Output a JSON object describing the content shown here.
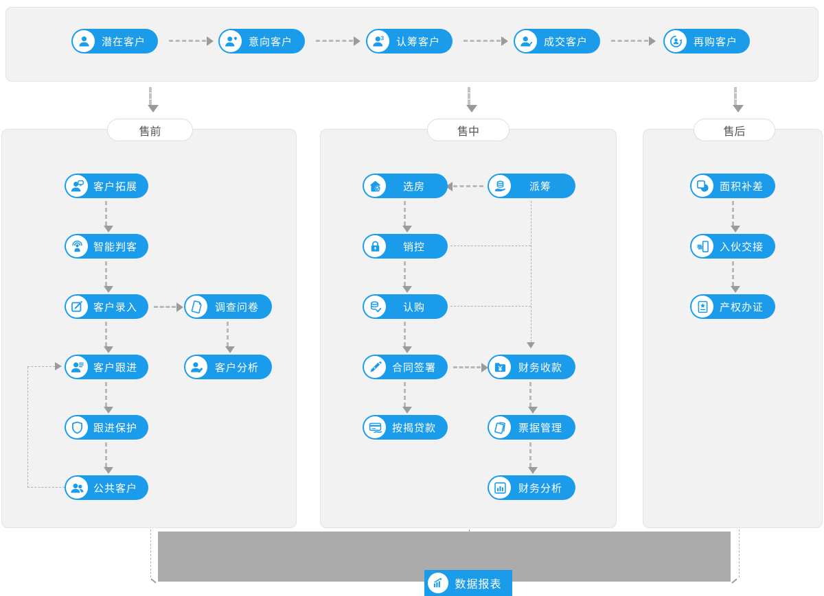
{
  "colors": {
    "accent": "#1b9ceb",
    "panel_bg": "#f2f2f2",
    "panel_border": "#e3e3e3",
    "band_gray": "#ababab",
    "connector_gray": "#b9b9b9",
    "arrowhead_gray": "#9b9b9b",
    "tab_text": "#555555"
  },
  "lifecycle": {
    "stages": [
      {
        "label": "潜在客户",
        "icon": "user"
      },
      {
        "label": "意向客户",
        "icon": "user-heart"
      },
      {
        "label": "认筹客户",
        "icon": "user-3"
      },
      {
        "label": "成交客户",
        "icon": "user-check"
      },
      {
        "label": "再购客户",
        "icon": "user-repeat"
      }
    ]
  },
  "phases": [
    {
      "title": "售前",
      "nodes": [
        {
          "label": "客户拓展",
          "icon": "user-chat"
        },
        {
          "label": "智能判客",
          "icon": "user-signal"
        },
        {
          "label": "客户录入",
          "icon": "edit-square"
        },
        {
          "label": "调查问卷",
          "icon": "survey-doc"
        },
        {
          "label": "客户跟进",
          "icon": "user-list"
        },
        {
          "label": "客户分析",
          "icon": "user-pen"
        },
        {
          "label": "跟进保护",
          "icon": "shield"
        },
        {
          "label": "公共客户",
          "icon": "users"
        }
      ]
    },
    {
      "title": "售中",
      "nodes": [
        {
          "label": "选房",
          "icon": "house-check"
        },
        {
          "label": "派筹",
          "icon": "coins-hand"
        },
        {
          "label": "销控",
          "icon": "lock"
        },
        {
          "label": "认购",
          "icon": "coins-check"
        },
        {
          "label": "合同签署",
          "icon": "pen-nib"
        },
        {
          "label": "财务收款",
          "icon": "folder-yen"
        },
        {
          "label": "按揭贷款",
          "icon": "card-hand"
        },
        {
          "label": "票据管理",
          "icon": "books"
        },
        {
          "label": "财务分析",
          "icon": "chart-box"
        }
      ]
    },
    {
      "title": "售后",
      "nodes": [
        {
          "label": "面积补差",
          "icon": "area-diff"
        },
        {
          "label": "入伙交接",
          "icon": "handover"
        },
        {
          "label": "产权办证",
          "icon": "cert-star"
        }
      ]
    }
  ],
  "report": {
    "label": "数据报表",
    "icon": "chart-up"
  }
}
